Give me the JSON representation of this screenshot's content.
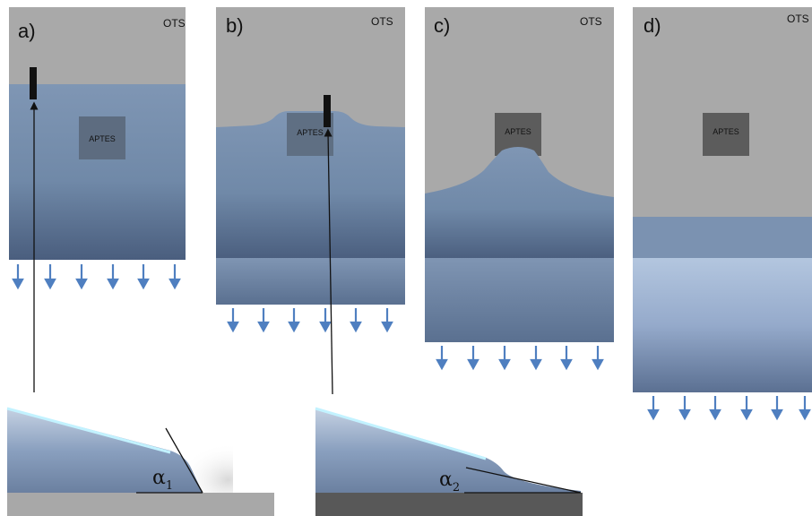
{
  "panels": [
    {
      "letter": "a)",
      "substrate": "OTS",
      "patch": "APTES"
    },
    {
      "letter": "b)",
      "substrate": "OTS",
      "patch": "APTES"
    },
    {
      "letter": "c)",
      "substrate": "OTS",
      "patch": "APTES"
    },
    {
      "letter": "d)",
      "substrate": "OTS",
      "patch": "APTES"
    }
  ],
  "insets": [
    {
      "symbol": "α",
      "subscript": "1"
    },
    {
      "symbol": "α",
      "subscript": "2"
    }
  ],
  "colors": {
    "ots": "#a8a8a8",
    "aptes": "#5f6f83",
    "aptes_dry": "#5c5c5c",
    "liquid_top": "#7d94b2",
    "liquid_bottom": "#4c6080",
    "arrow": "#4f7fc0",
    "highlight": "#bff0ff"
  }
}
